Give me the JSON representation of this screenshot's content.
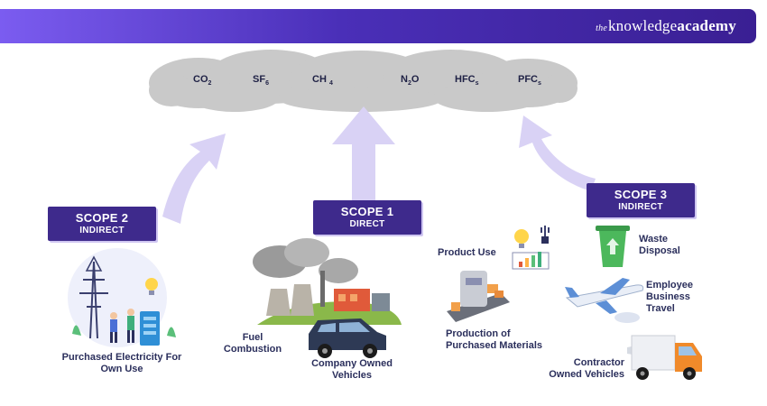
{
  "brand": {
    "prefix": "the",
    "knowledge": "knowledge",
    "academy": "academy"
  },
  "gases": [
    {
      "base": "CO",
      "sub": "2"
    },
    {
      "base": "SF",
      "sub": "6"
    },
    {
      "base": "CH ",
      "sub": "4"
    },
    {
      "base": "N",
      "sub": "2",
      "tail": "O"
    },
    {
      "base": "HFC",
      "sub": "s"
    },
    {
      "base": "PFC",
      "sub": "s"
    }
  ],
  "scopes": {
    "scope1": {
      "title": "SCOPE 1",
      "subtitle": "DIRECT"
    },
    "scope2": {
      "title": "SCOPE 2",
      "subtitle": "INDIRECT"
    },
    "scope3": {
      "title": "SCOPE 3",
      "subtitle": "INDIRECT"
    }
  },
  "labels": {
    "purchased_electricity": [
      "Purchased Electricity For",
      "Own Use"
    ],
    "fuel_combustion": [
      "Fuel",
      "Combustion"
    ],
    "company_vehicles": [
      "Company Owned",
      "Vehicles"
    ],
    "product_use": "Product Use",
    "production_materials": [
      "Production of",
      "Purchased Materials"
    ],
    "waste_disposal": [
      "Waste",
      "Disposal"
    ],
    "employee_travel": [
      "Employee",
      "Business",
      "Travel"
    ],
    "contractor_vehicles": [
      "Contractor",
      "Owned Vehicles"
    ]
  },
  "colors": {
    "header_start": "#7b5cf0",
    "header_end": "#3a1f93",
    "scope_box": "#3e2a8c",
    "arrow": "#d9d2f5",
    "cloud": "#c9c9c9",
    "text": "#2b2f5c"
  }
}
